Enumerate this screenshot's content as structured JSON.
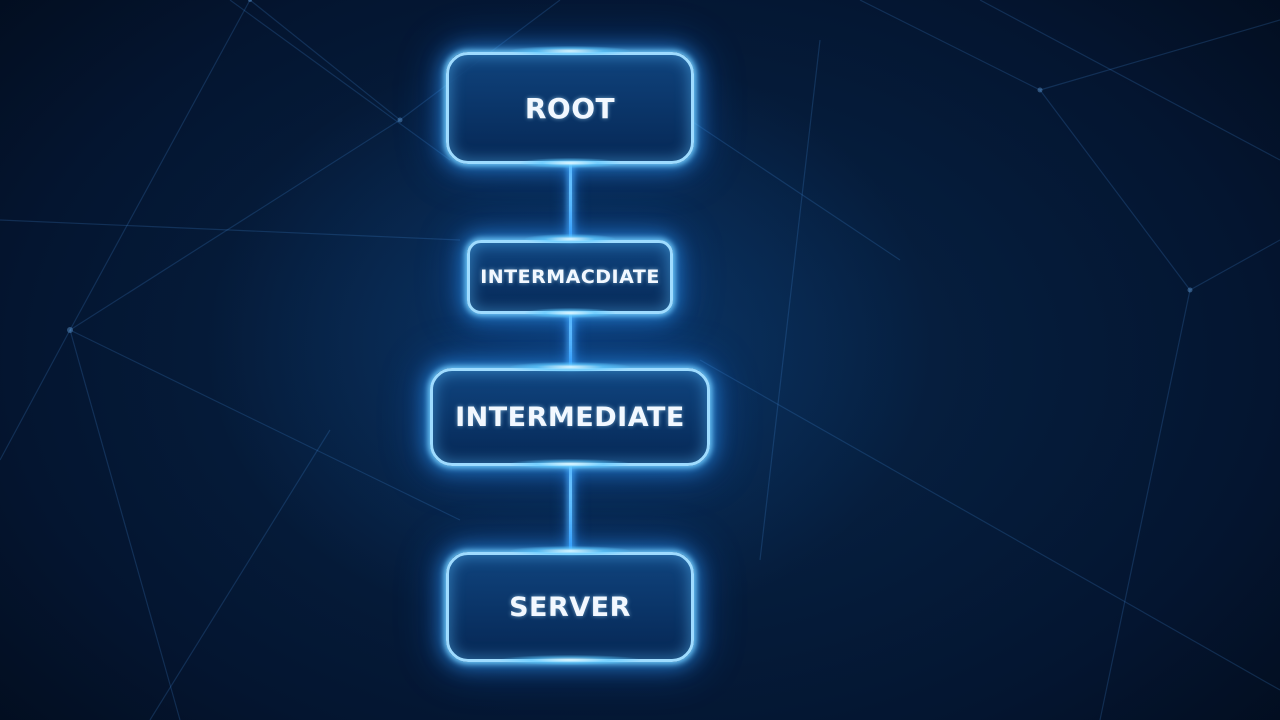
{
  "diagram": {
    "nodes": [
      {
        "id": "root",
        "label": "ROOT"
      },
      {
        "id": "intermediate-1",
        "label": "INTERMACDIATE"
      },
      {
        "id": "intermediate-2",
        "label": "INTERMEDIATE"
      },
      {
        "id": "server",
        "label": "SERVER"
      }
    ],
    "edges": [
      {
        "from": "root",
        "to": "intermediate-1"
      },
      {
        "from": "intermediate-1",
        "to": "intermediate-2"
      },
      {
        "from": "intermediate-2",
        "to": "server"
      }
    ]
  },
  "colors": {
    "background": "#04142a",
    "node_border": "#9fdcff",
    "node_fill": "#0b3a72",
    "glow": "#3ba6ff",
    "text": "#f2f8ff"
  }
}
